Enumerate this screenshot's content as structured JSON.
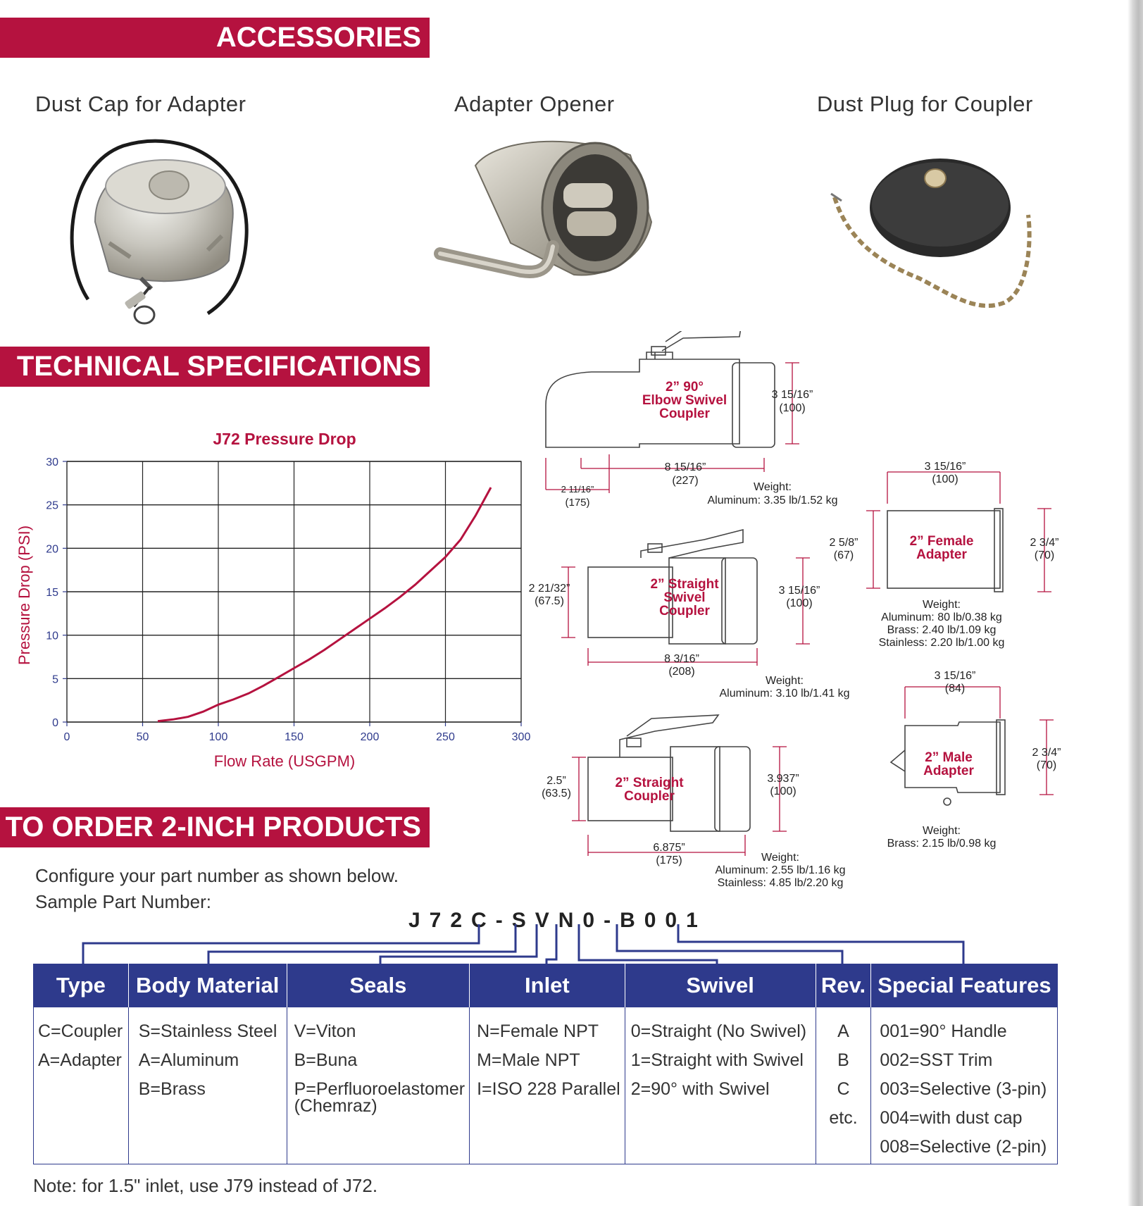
{
  "banners": {
    "accessories": "ACCESSORIES",
    "tech_specs": "TECHNICAL SPECIFICATIONS",
    "to_order": "TO ORDER 2-INCH PRODUCTS"
  },
  "accessories": [
    {
      "title": "Dust Cap for Adapter"
    },
    {
      "title": "Adapter Opener"
    },
    {
      "title": "Dust Plug for Coupler"
    }
  ],
  "chart_data": {
    "type": "line",
    "title": "J72 Pressure Drop",
    "xlabel": "Flow Rate (USGPM)",
    "ylabel": "Pressure Drop (PSI)",
    "xlim": [
      0,
      300
    ],
    "ylim": [
      0,
      30
    ],
    "x_ticks": [
      "0",
      "50",
      "100",
      "150",
      "200",
      "250",
      "300"
    ],
    "y_ticks": [
      "0",
      "5",
      "10",
      "15",
      "20",
      "25",
      "30"
    ],
    "grid": true,
    "series": [
      {
        "color": "#b5123f",
        "x": [
          60,
          70,
          80,
          90,
          100,
          110,
          120,
          130,
          140,
          150,
          160,
          170,
          180,
          190,
          200,
          210,
          220,
          230,
          240,
          250,
          260,
          270,
          280
        ],
        "y": [
          0.1,
          0.3,
          0.6,
          1.2,
          2.0,
          2.6,
          3.3,
          4.2,
          5.2,
          6.2,
          7.2,
          8.3,
          9.5,
          10.7,
          11.9,
          13.1,
          14.4,
          15.8,
          17.4,
          19.0,
          21.0,
          23.8,
          27.0
        ]
      }
    ]
  },
  "diagrams": {
    "elbow": {
      "label": [
        "2” 90°",
        "Elbow Swivel",
        "Coupler"
      ],
      "height": [
        "3 15/16”",
        "(100)"
      ],
      "length": [
        "8 15/16”",
        "(227)"
      ],
      "offset": [
        "2 11/16”",
        "(175)"
      ],
      "weight": [
        "Weight:",
        "Aluminum: 3.35 lb/1.52 kg"
      ]
    },
    "female": {
      "label": [
        "2” Female",
        "Adapter"
      ],
      "top": [
        "3 15/16”",
        "(100)"
      ],
      "left": [
        "2 5/8”",
        "(67)"
      ],
      "right": [
        "2 3/4”",
        "(70)"
      ],
      "weight": [
        "Weight:",
        "Aluminum: 80 lb/0.38 kg",
        "Brass: 2.40 lb/1.09 kg",
        "Stainless: 2.20 lb/1.00 kg"
      ]
    },
    "straight_swivel": {
      "label": [
        "2” Straight",
        "Swivel",
        "Coupler"
      ],
      "left": [
        "2 21/32”",
        "(67.5)"
      ],
      "right": [
        "3 15/16”",
        "(100)"
      ],
      "length": [
        "8 3/16”",
        "(208)"
      ],
      "weight": [
        "Weight:",
        "Aluminum: 3.10 lb/1.41 kg"
      ]
    },
    "male": {
      "label": [
        "2” Male",
        "Adapter"
      ],
      "top": [
        "3 15/16”",
        "(84)"
      ],
      "right": [
        "2 3/4”",
        "(70)"
      ],
      "weight": [
        "Weight:",
        "Brass: 2.15 lb/0.98 kg"
      ]
    },
    "straight": {
      "label": [
        "2” Straight",
        "Coupler"
      ],
      "left": [
        "2.5”",
        "(63.5)"
      ],
      "right": [
        "3.937”",
        "(100)"
      ],
      "length": [
        "6.875”",
        "(175)"
      ],
      "weight": [
        "Weight:",
        "Aluminum: 2.55 lb/1.16 kg",
        "Stainless: 4.85 lb/2.20 kg"
      ]
    }
  },
  "order": {
    "intro1": "Configure your part number as shown below.",
    "intro2": "Sample Part Number:",
    "sample_part_number": "J72C-SVN0-B001",
    "columns": [
      {
        "header": "Type",
        "items": [
          "C=Coupler",
          "A=Adapter"
        ]
      },
      {
        "header": "Body Material",
        "items": [
          "S=Stainless Steel",
          "A=Aluminum",
          "B=Brass"
        ]
      },
      {
        "header": "Seals",
        "items": [
          "V=Viton",
          "B=Buna",
          "P=Perfluoroelastomer (Chemraz)"
        ]
      },
      {
        "header": "Inlet",
        "items": [
          "N=Female NPT",
          "M=Male NPT",
          "I=ISO 228 Parallel"
        ]
      },
      {
        "header": "Swivel",
        "items": [
          "0=Straight (No Swivel)",
          "1=Straight with Swivel",
          "2=90° with Swivel"
        ]
      },
      {
        "header": "Rev.",
        "items": [
          "A",
          "B",
          "C",
          "etc."
        ]
      },
      {
        "header": "Special Features",
        "items": [
          "001=90° Handle",
          "002=SST Trim",
          "003=Selective (3-pin)",
          "004=with dust cap",
          "008=Selective (2-pin)"
        ]
      }
    ],
    "note": "Note: for 1.5\" inlet, use J79 instead of J72."
  },
  "colors": {
    "brand_red": "#b5123f",
    "table_blue": "#2e3a8c",
    "chart_axis": "#2e3a8c"
  }
}
